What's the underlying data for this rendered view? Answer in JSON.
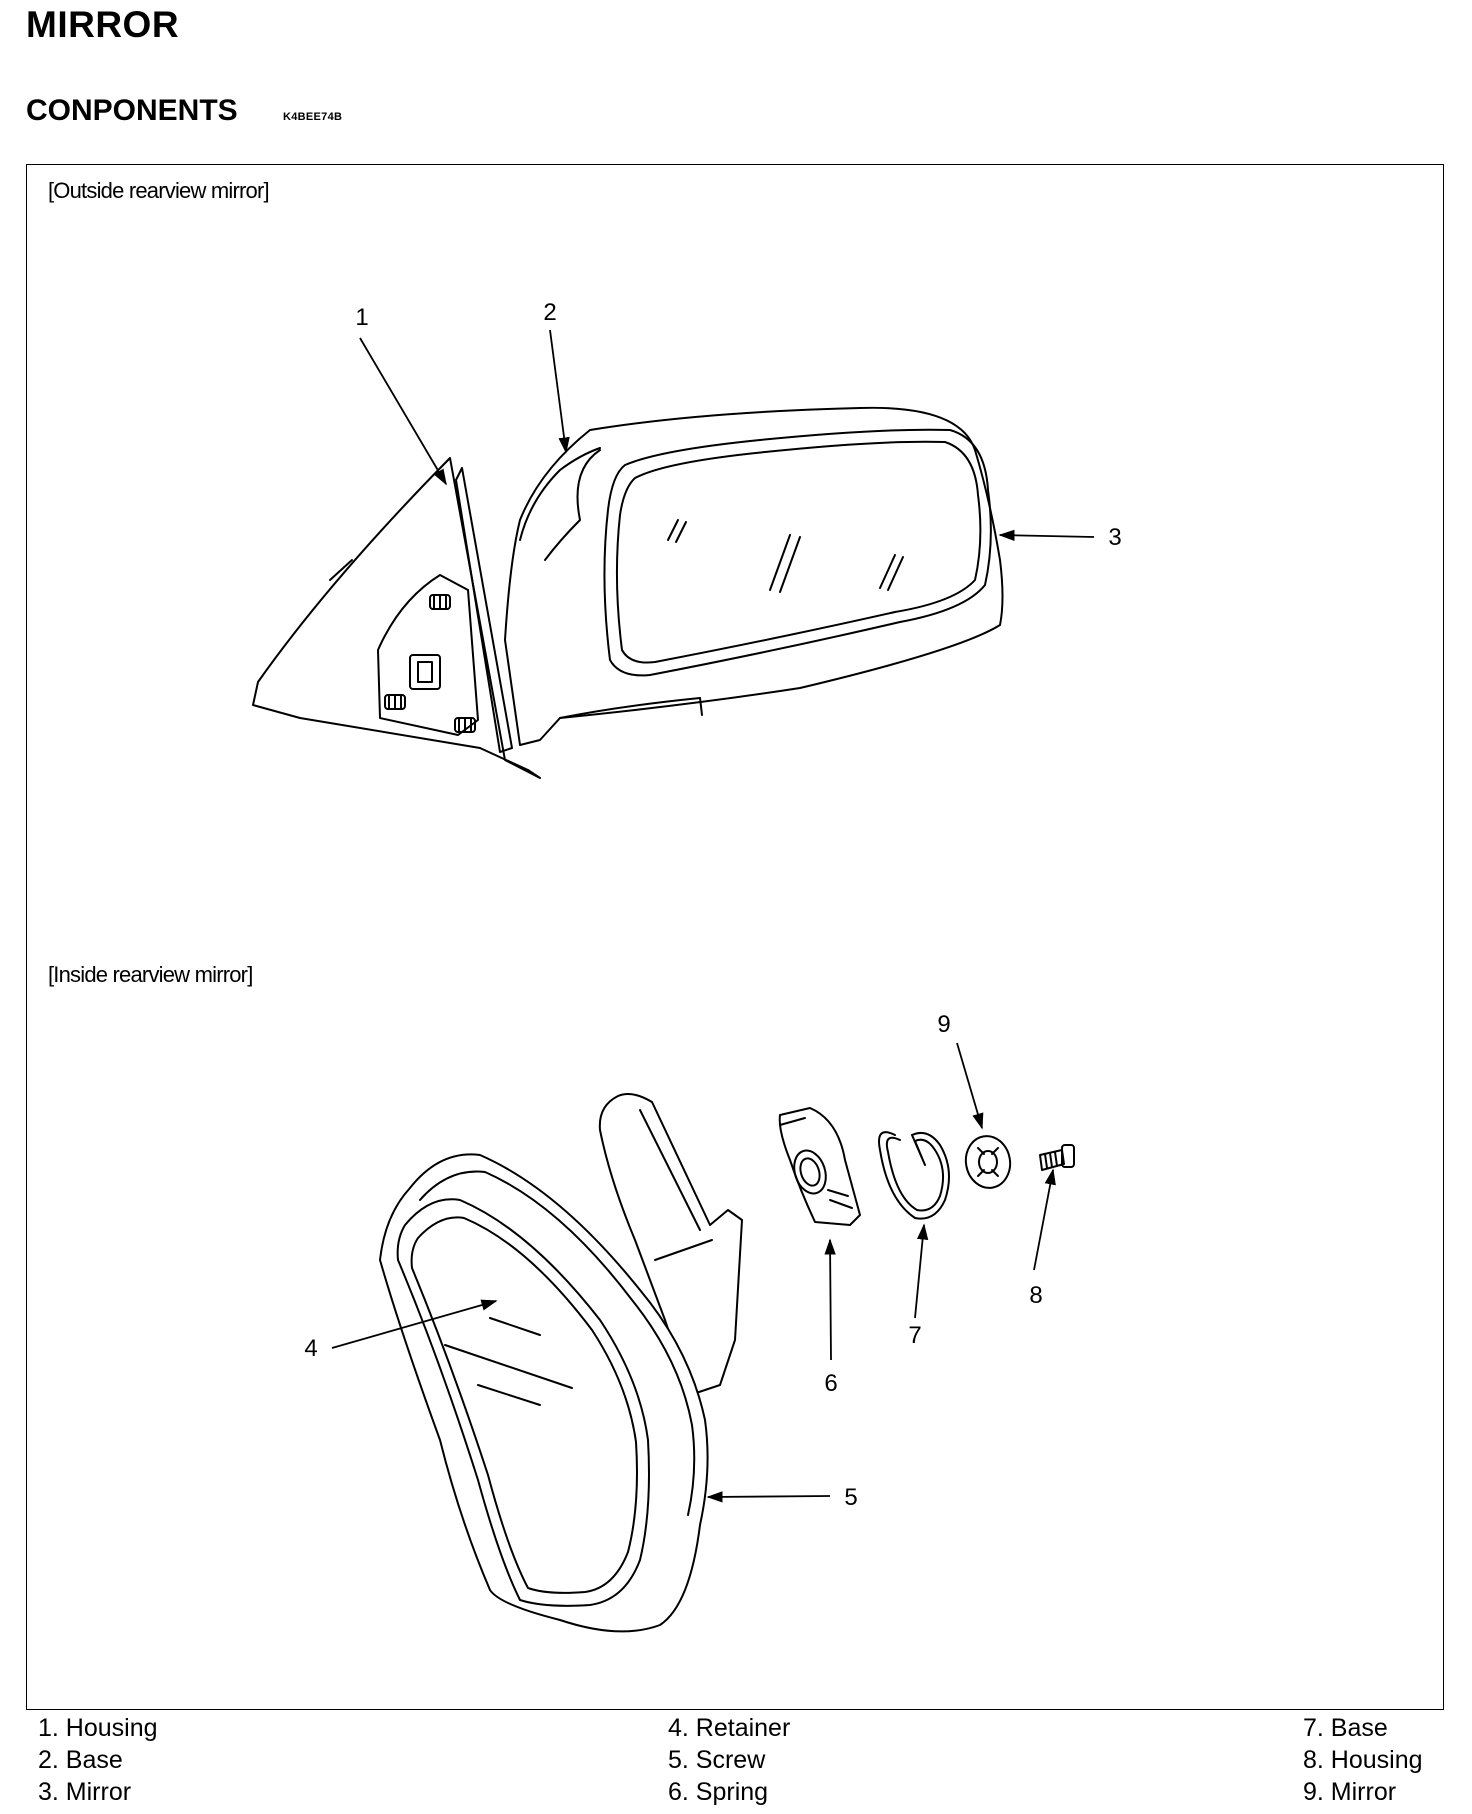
{
  "header": {
    "title": "MIRROR",
    "section": "CONPONENTS",
    "code": "K4BEE74B"
  },
  "figure": {
    "outside_caption": "[Outside rearview mirror]",
    "inside_caption": "[Inside rearview mirror]",
    "callouts": [
      "1",
      "2",
      "3",
      "4",
      "5",
      "6",
      "7",
      "8",
      "9"
    ]
  },
  "legend": {
    "col1": [
      "1. Housing",
      "2. Base",
      "3. Mirror"
    ],
    "col2": [
      "4. Retainer",
      "5. Screw",
      "6. Spring"
    ],
    "col3": [
      "7. Base",
      "8. Housing",
      "9. Mirror"
    ]
  }
}
